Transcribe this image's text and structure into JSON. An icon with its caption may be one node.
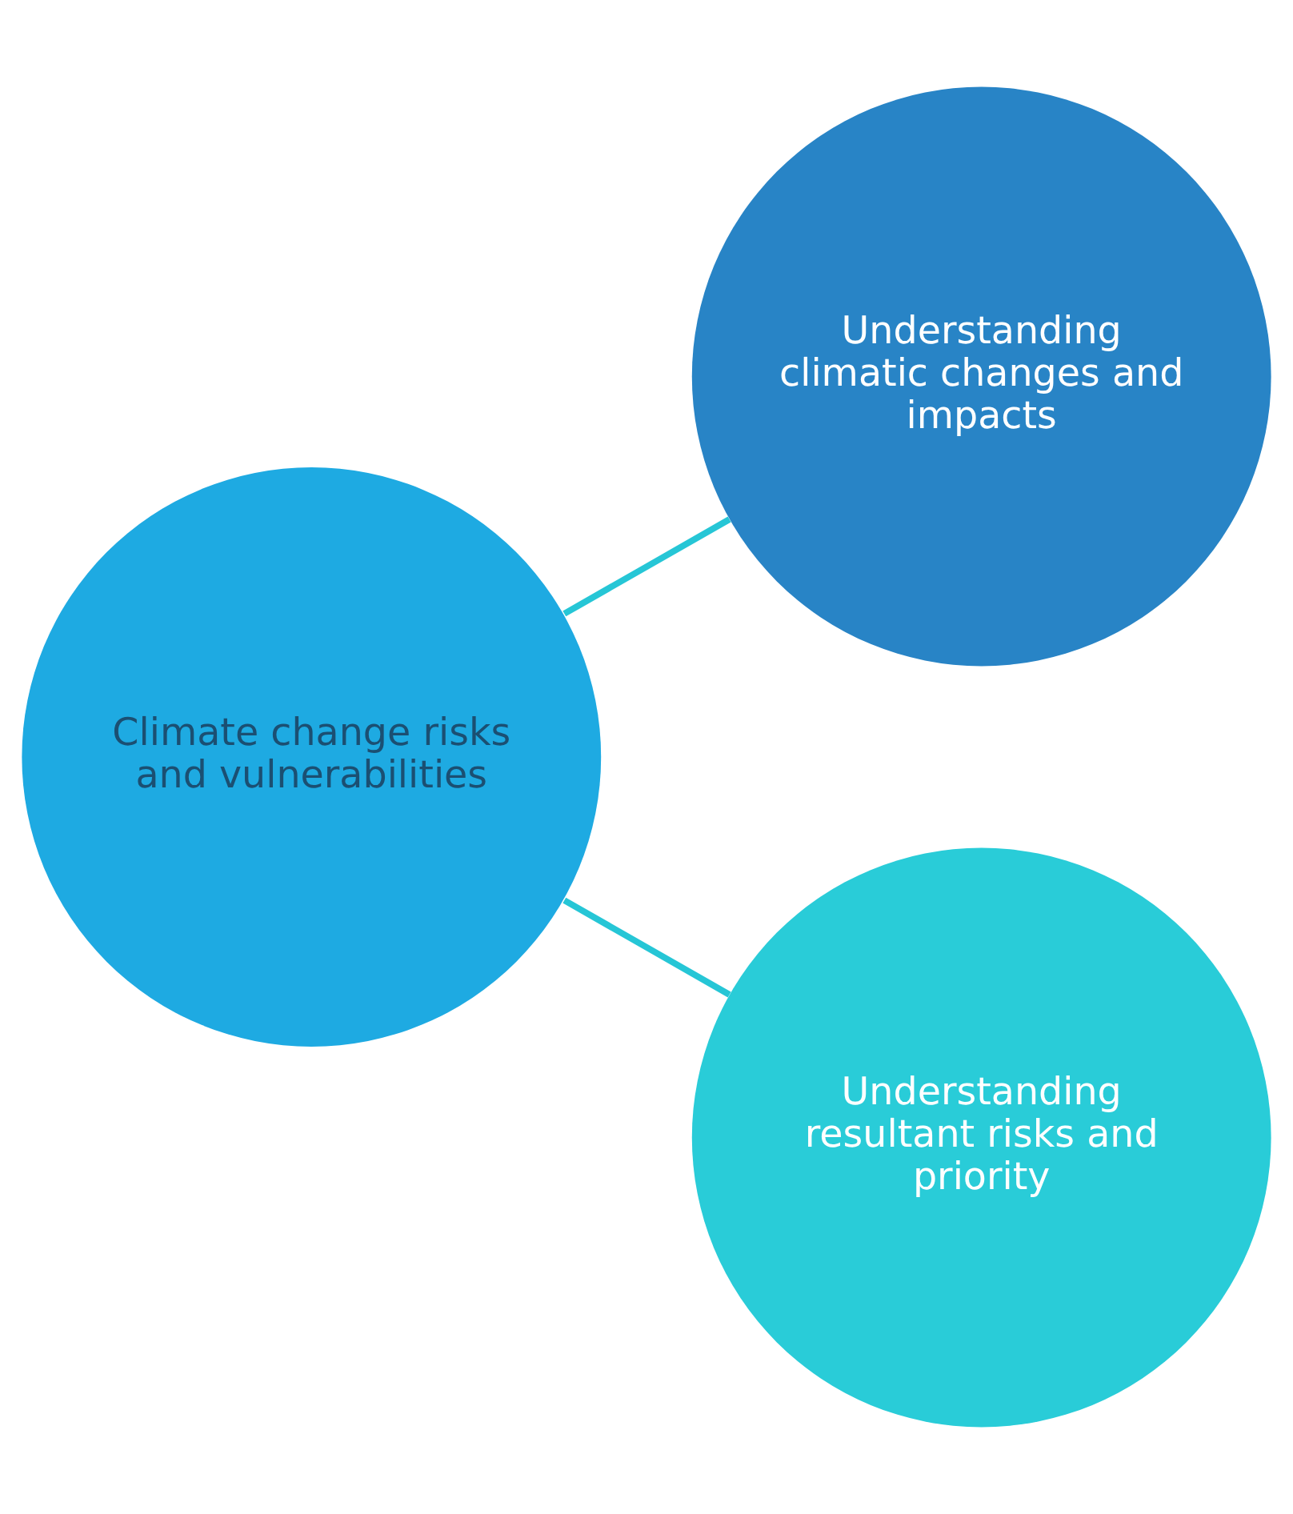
{
  "diagram": {
    "nodes": [
      {
        "text": [
          "Understanding climatic changes and impacts"
        ]
      },
      {
        "text": [
          "Climate change risks and vulnerabilities"
        ]
      },
      {
        "text": [
          "Understanding resultant risks and priority"
        ]
      }
    ],
    "edges": [
      {
        "from": 1,
        "to": 0,
        "arrow": "none"
      },
      {
        "from": 1,
        "to": 2,
        "arrow": "none"
      }
    ]
  }
}
